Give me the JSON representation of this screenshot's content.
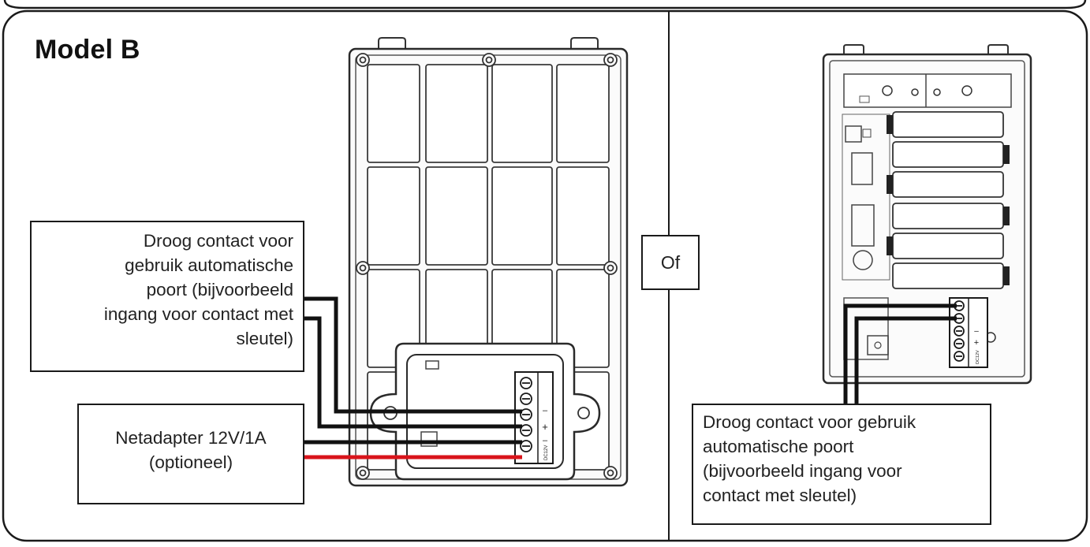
{
  "title": "Model B",
  "labels": {
    "dry_contact_left": [
      "Droog contact voor",
      "gebruik automatische",
      "poort (bijvoorbeeld",
      "ingang voor contact met",
      "sleutel)"
    ],
    "power_adapter": [
      "Netadapter 12V/1A",
      "(optioneel)"
    ],
    "or": "Of",
    "dry_contact_right": [
      "Droog contact voor gebruik",
      "automatische poort",
      "(bijvoorbeeld ingang voor",
      "contact met sleutel)"
    ]
  },
  "terminal_marks": {
    "plus": "+",
    "minus": "–",
    "dc": "DC12V"
  },
  "colors": {
    "outline": "#1a1a1a",
    "wire_black": "#111111",
    "wire_red": "#d9141b",
    "device_fill": "#fbfbfb",
    "grid_line": "#3a3a3a"
  }
}
